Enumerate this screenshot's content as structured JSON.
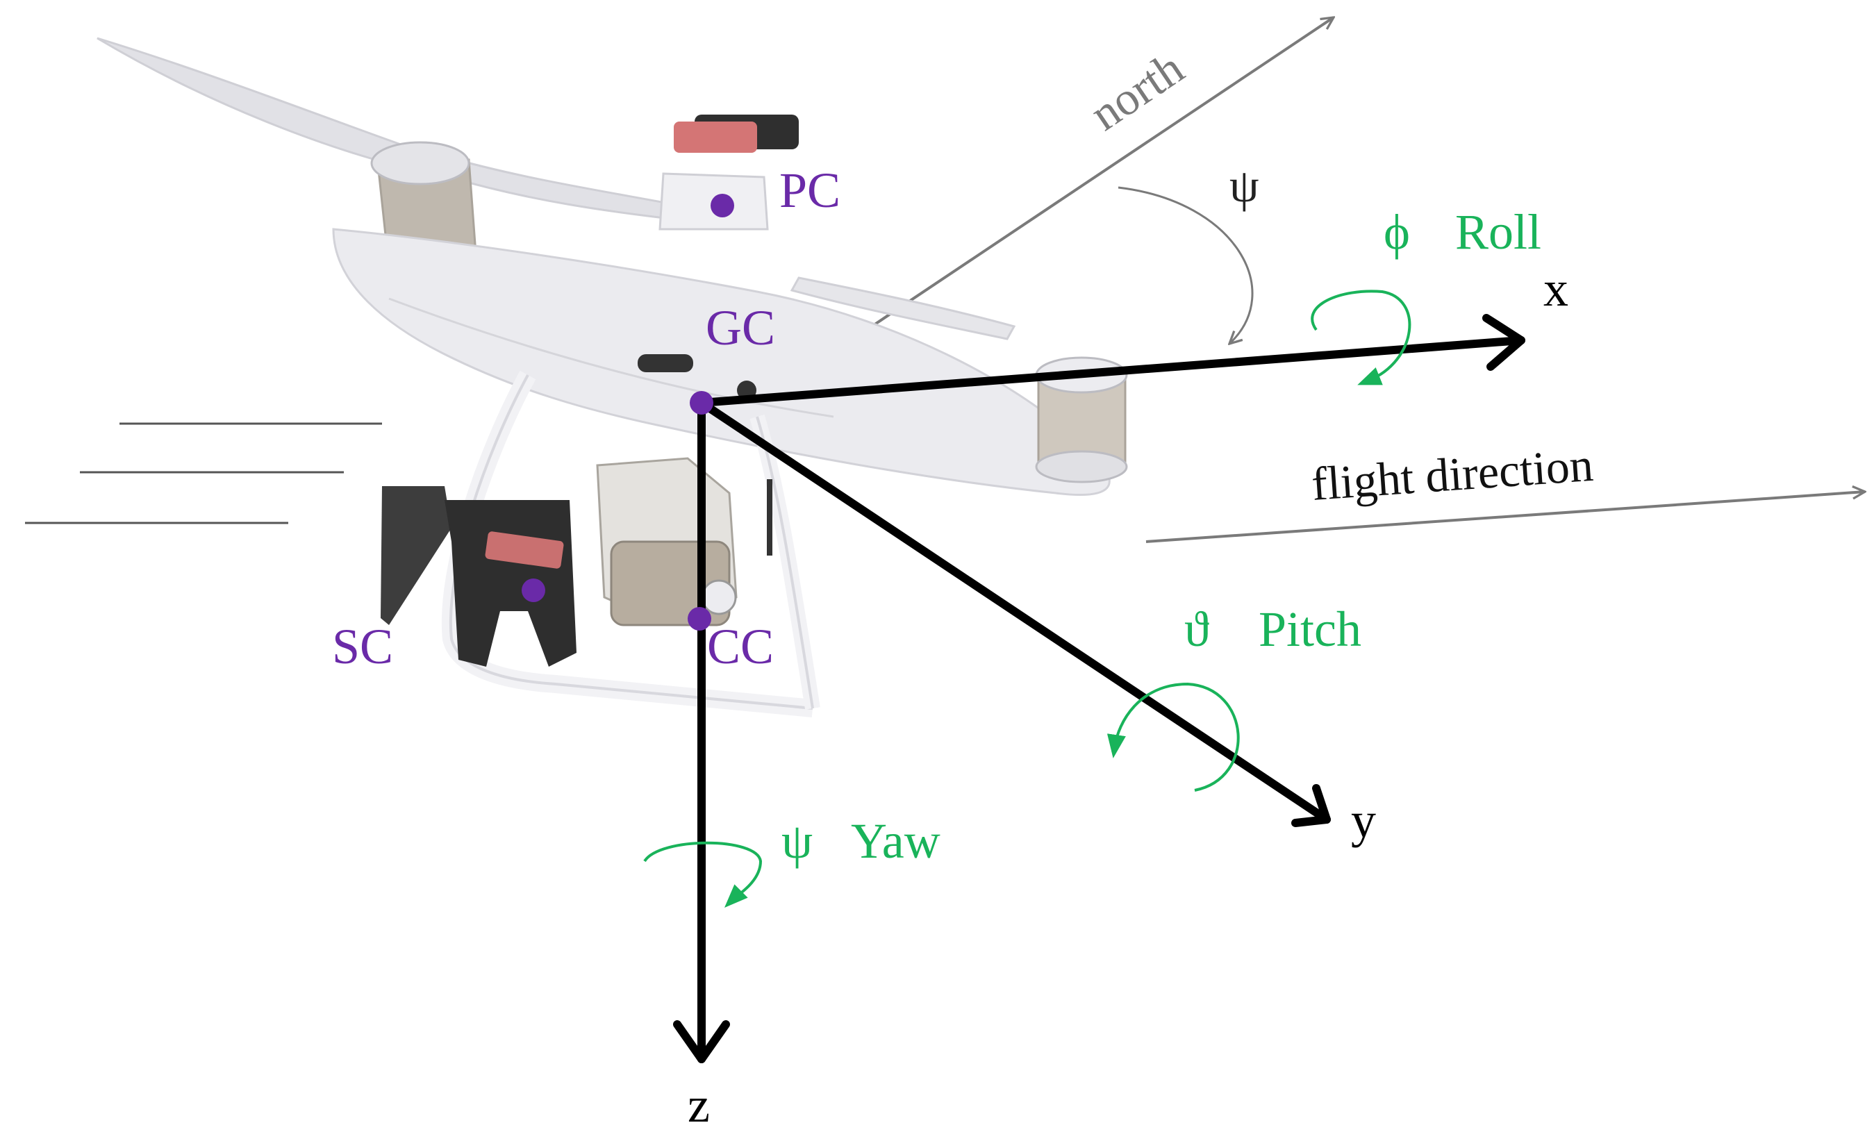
{
  "colors": {
    "axis": "#000000",
    "reference_arrow": "#7a7a7a",
    "rotation": "#19b35a",
    "points": "#6a2aa8",
    "drone_body": "#ebebef",
    "drone_shadow": "#c9c9cf",
    "payload": "#3a3a3a",
    "camera_accent": "#d97a7a"
  },
  "axes": {
    "x": "x",
    "y": "y",
    "z": "z"
  },
  "points": {
    "pc": "PC",
    "gc": "GC",
    "sc": "SC",
    "cc": "CC"
  },
  "rotations": {
    "roll_symbol": "ϕ",
    "roll": "Roll",
    "pitch_symbol": "ϑ",
    "pitch": "Pitch",
    "yaw_symbol": "ψ",
    "yaw": "Yaw"
  },
  "reference": {
    "north": "north",
    "heading_angle": "ψ",
    "flight_direction": "flight direction"
  },
  "icons": [
    "quadcopter-drone-icon"
  ]
}
